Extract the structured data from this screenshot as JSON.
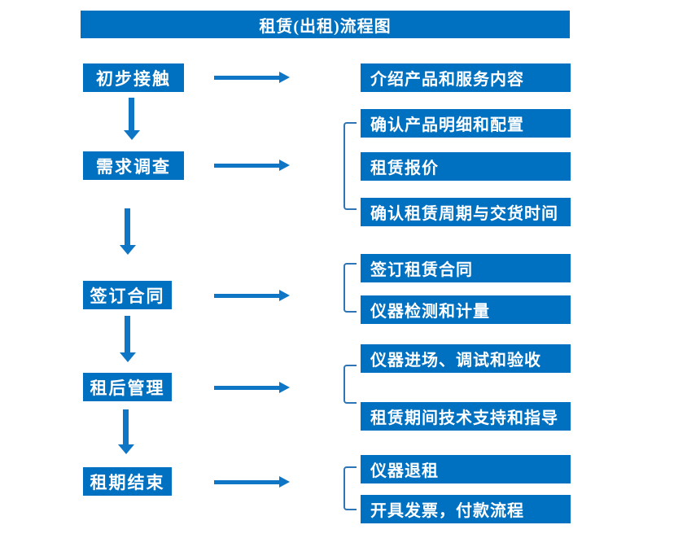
{
  "title": "租赁(出租)流程图",
  "colors": {
    "box_blue": "#0070c0",
    "arrow_blue": "#0f76c6",
    "bracket_blue": "#2e75b6",
    "text": "#ffffff",
    "background": "#ffffff"
  },
  "steps": [
    {
      "label": "初步接触",
      "outputs": [
        "介绍产品和服务内容"
      ]
    },
    {
      "label": "需求调查",
      "outputs": [
        "确认产品明细和配置",
        "租赁报价",
        "确认租赁周期与交货时间"
      ]
    },
    {
      "label": "签订合同",
      "outputs": [
        "签订租赁合同",
        "仪器检测和计量"
      ]
    },
    {
      "label": "租后管理",
      "outputs": [
        "仪器进场、调试和验收",
        "租赁期间技术支持和指导"
      ]
    },
    {
      "label": "租期结束",
      "outputs": [
        "仪器退租",
        "开具发票，付款流程"
      ]
    }
  ]
}
